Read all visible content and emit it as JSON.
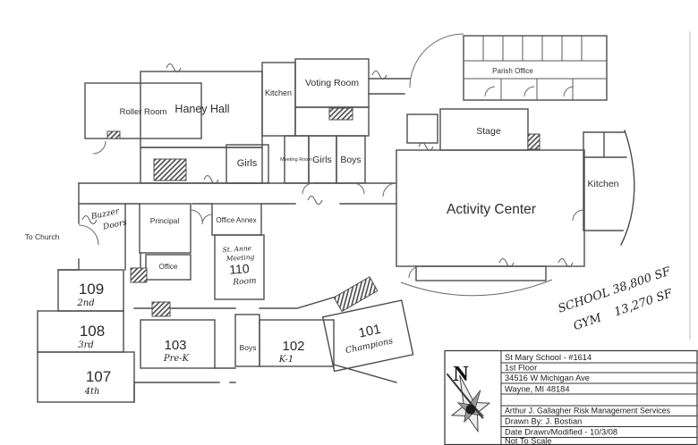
{
  "colors": {
    "paper": "#ffffff",
    "ink": "#4d4d4d",
    "text": "#2e2e2e"
  },
  "floor_plan": {
    "rooms": {
      "roller_room": {
        "label": "Roller Room"
      },
      "haney_hall": {
        "label": "Haney Hall"
      },
      "kitchen_west": {
        "label": "Kitchen"
      },
      "voting_room": {
        "label": "Voting Room"
      },
      "meeting_room_small": {
        "label": "Meeting Room"
      },
      "girls_west": {
        "label": "Girls"
      },
      "girls_center": {
        "label": "Girls"
      },
      "boys_center": {
        "label": "Boys"
      },
      "parish_office": {
        "label": "Parish Office"
      },
      "stage": {
        "label": "Stage"
      },
      "activity_center": {
        "label": "Activity Center"
      },
      "kitchen_east": {
        "label": "Kitchen"
      },
      "principal": {
        "label": "Principal"
      },
      "office": {
        "label": "Office"
      },
      "office_annex": {
        "label": "Office Annex"
      },
      "room_110": {
        "hand_line1": "St. Anne",
        "hand_line2": "Meeting",
        "number": "110",
        "hand_line3": "Room"
      },
      "room_109": {
        "number": "109",
        "grade": "2nd"
      },
      "room_108": {
        "number": "108",
        "grade": "3rd"
      },
      "room_107": {
        "number": "107",
        "grade": "4th"
      },
      "room_103": {
        "number": "103",
        "grade": "Pre-K"
      },
      "boys_south": {
        "label": "Boys"
      },
      "room_102": {
        "number": "102",
        "grade": "K-1"
      },
      "room_101": {
        "number": "101",
        "grade": "Champions"
      }
    },
    "annotations": {
      "to_church": "To Church",
      "buzzer_line1": "Buzzer",
      "buzzer_line2": "Doors",
      "school_area": "SCHOOL 38,800 SF",
      "gym_label": "GYM",
      "gym_value": "13,270 SF"
    }
  },
  "title_block": {
    "compass": "N",
    "rows": [
      "St Mary School - #1614",
      "1st Floor",
      "34516 W Michigan Ave",
      "Wayne, MI 48184",
      "",
      "Arthur J. Gallagher Risk Management Services",
      "Drawn By: J. Bostian",
      "Date Drawn/Modified - 10/3/08",
      "Not To Scale"
    ]
  }
}
